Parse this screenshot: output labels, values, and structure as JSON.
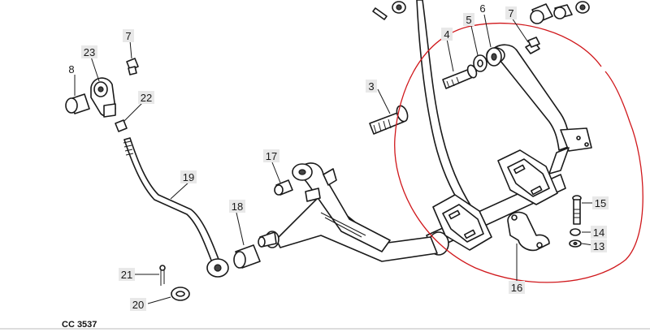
{
  "diagram": {
    "reference_code": "CC 3537",
    "annotation_color": "#d0181c",
    "callouts": [
      {
        "id": "c3",
        "label": "3"
      },
      {
        "id": "c4",
        "label": "4"
      },
      {
        "id": "c5",
        "label": "5"
      },
      {
        "id": "c6",
        "label": "6"
      },
      {
        "id": "c7a",
        "label": "7"
      },
      {
        "id": "c7b",
        "label": "7"
      },
      {
        "id": "c8",
        "label": "8"
      },
      {
        "id": "c13",
        "label": "13"
      },
      {
        "id": "c14",
        "label": "14"
      },
      {
        "id": "c15",
        "label": "15"
      },
      {
        "id": "c16",
        "label": "16"
      },
      {
        "id": "c17",
        "label": "17"
      },
      {
        "id": "c18",
        "label": "18"
      },
      {
        "id": "c19",
        "label": "19"
      },
      {
        "id": "c20",
        "label": "20"
      },
      {
        "id": "c21",
        "label": "21"
      },
      {
        "id": "c22",
        "label": "22"
      },
      {
        "id": "c23",
        "label": "23"
      }
    ]
  }
}
